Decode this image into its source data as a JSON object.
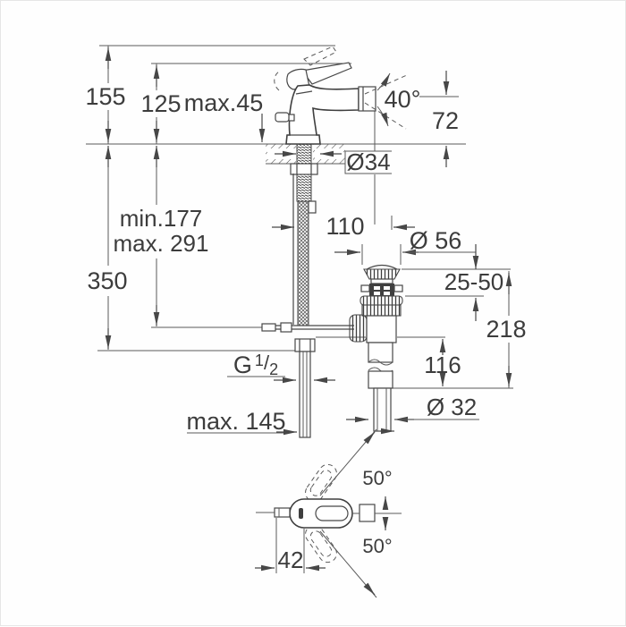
{
  "drawing": {
    "title": "Bidet mixer technical dimension drawing",
    "kind": "single-lever basin/bidet mixer with pop-up waste",
    "views": [
      "side-elevation-with-installation-dimensions",
      "plan-view-handle-swivel"
    ],
    "line_color": "#474747",
    "background_color": "#fefefe"
  },
  "labels": {
    "height_overall": "155",
    "height_to_spout": "125",
    "deck_thickness_max": "max.45",
    "spout_angle": "40°",
    "spout_outlet_height": "72",
    "mounting_hole_dia": "Ø34",
    "hose_min": "min.177",
    "hose_max": "max. 291",
    "supply_depth": "350",
    "spout_reach": "110",
    "waste_head_dia": "Ø 56",
    "clamping_range": "25-50",
    "waste_height": "218",
    "tailpipe_length": "116",
    "thread_base": "G",
    "thread_numerator": "1",
    "thread_slash": "/",
    "thread_denominator": "2",
    "pipe_max_length": "max. 145",
    "drain_pipe_dia": "Ø 32",
    "handle_swivel_up": "50°",
    "handle_swivel_down": "50°",
    "handle_offset": "42"
  }
}
